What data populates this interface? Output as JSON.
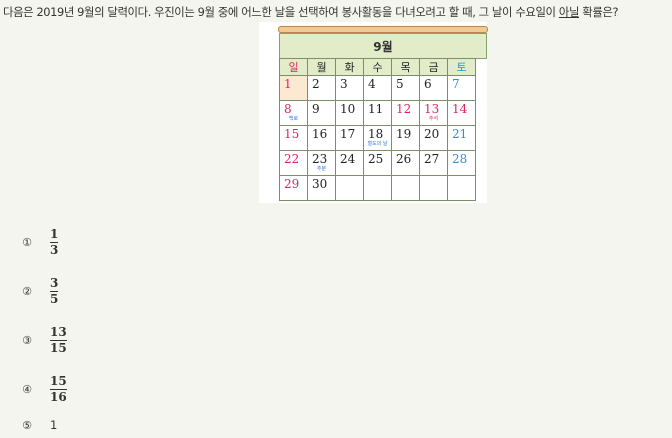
{
  "question": {
    "before": "다음은 2019년 9월의 달력이다. 우진이는 9월 중에 어느한 날을 선택하여 봉사활동을 다녀오려고 할 때, 그 날이 수요일이 ",
    "underlined": "아닐",
    "after": " 확률은?"
  },
  "calendar": {
    "month_title": "9월",
    "weekdays": [
      "일",
      "월",
      "화",
      "수",
      "목",
      "금",
      "토"
    ],
    "weeks": [
      [
        {
          "n": "1",
          "c": "sun",
          "hl": true
        },
        {
          "n": "2"
        },
        {
          "n": "3"
        },
        {
          "n": "4"
        },
        {
          "n": "5"
        },
        {
          "n": "6"
        },
        {
          "n": "7",
          "c": "sat"
        }
      ],
      [
        {
          "n": "8",
          "c": "sun",
          "note": "백로",
          "nc": "blue"
        },
        {
          "n": "9"
        },
        {
          "n": "10"
        },
        {
          "n": "11"
        },
        {
          "n": "12",
          "c": "hol"
        },
        {
          "n": "13",
          "c": "hol",
          "note": "추석",
          "nc": "red"
        },
        {
          "n": "14",
          "c": "hol"
        }
      ],
      [
        {
          "n": "15",
          "c": "sun"
        },
        {
          "n": "16"
        },
        {
          "n": "17"
        },
        {
          "n": "18",
          "note": "철도의 날",
          "nc": "blue"
        },
        {
          "n": "19"
        },
        {
          "n": "20"
        },
        {
          "n": "21",
          "c": "sat"
        }
      ],
      [
        {
          "n": "22",
          "c": "sun"
        },
        {
          "n": "23",
          "note": "추분",
          "nc": "blue"
        },
        {
          "n": "24"
        },
        {
          "n": "25"
        },
        {
          "n": "26"
        },
        {
          "n": "27"
        },
        {
          "n": "28",
          "c": "sat"
        }
      ],
      [
        {
          "n": "29",
          "c": "sun"
        },
        {
          "n": "30"
        },
        {
          "n": ""
        },
        {
          "n": ""
        },
        {
          "n": ""
        },
        {
          "n": ""
        },
        {
          "n": ""
        }
      ]
    ]
  },
  "choices": [
    {
      "mark": "①",
      "num": "1",
      "den": "3"
    },
    {
      "mark": "②",
      "num": "3",
      "den": "5"
    },
    {
      "mark": "③",
      "num": "13",
      "den": "15"
    },
    {
      "mark": "④",
      "num": "15",
      "den": "16"
    },
    {
      "mark": "⑤",
      "text": "1"
    }
  ]
}
